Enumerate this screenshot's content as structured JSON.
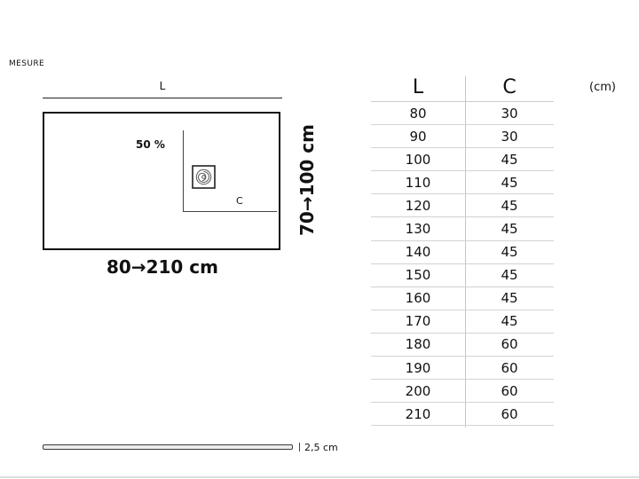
{
  "page": {
    "label": "MESURE",
    "unit_note": "(cm)"
  },
  "diagram": {
    "top_label": "L",
    "slope_label": "50 %",
    "side_label": "C",
    "width_range": "80→210 cm",
    "height_range": "70→100 cm",
    "thickness_label": "2,5 cm"
  },
  "table": {
    "columns": [
      "L",
      "C"
    ],
    "rows": [
      [
        "80",
        "30"
      ],
      [
        "90",
        "30"
      ],
      [
        "100",
        "45"
      ],
      [
        "110",
        "45"
      ],
      [
        "120",
        "45"
      ],
      [
        "130",
        "45"
      ],
      [
        "140",
        "45"
      ],
      [
        "150",
        "45"
      ],
      [
        "160",
        "45"
      ],
      [
        "170",
        "45"
      ],
      [
        "180",
        "60"
      ],
      [
        "190",
        "60"
      ],
      [
        "200",
        "60"
      ],
      [
        "210",
        "60"
      ]
    ]
  }
}
